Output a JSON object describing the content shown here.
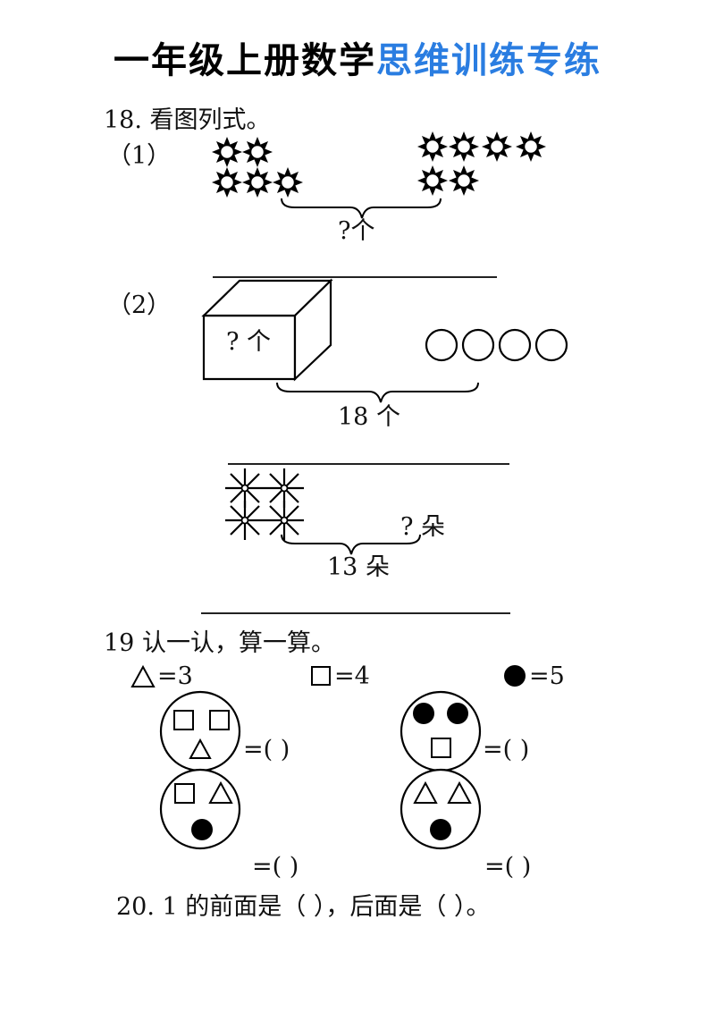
{
  "header": {
    "title_part1": "一年级上册数学",
    "title_part2": "思维训练专练",
    "accent_color": "#2a7de1"
  },
  "q18": {
    "heading": "18. 看图列式。",
    "p1": {
      "label": "（1）",
      "brace_label": "?个",
      "icon": "sun-icon"
    },
    "p2": {
      "label": "（2）",
      "box_label": "? 个",
      "total_label": "18 个",
      "icon": "circle-icon"
    },
    "p3": {
      "question_label": "? 朵",
      "total_label": "13 朵",
      "icon": "snowflake-icon"
    }
  },
  "q19": {
    "heading": "19 认一认，算一算。",
    "legend": [
      {
        "icon": "triangle-icon",
        "text": "=3"
      },
      {
        "icon": "square-icon",
        "text": "=4"
      },
      {
        "icon": "filled-circle-icon",
        "text": "=5"
      }
    ],
    "answer_blank": "=(   )"
  },
  "q20": {
    "text": "20. 1 的前面是（     ），后面是（     ）。"
  }
}
